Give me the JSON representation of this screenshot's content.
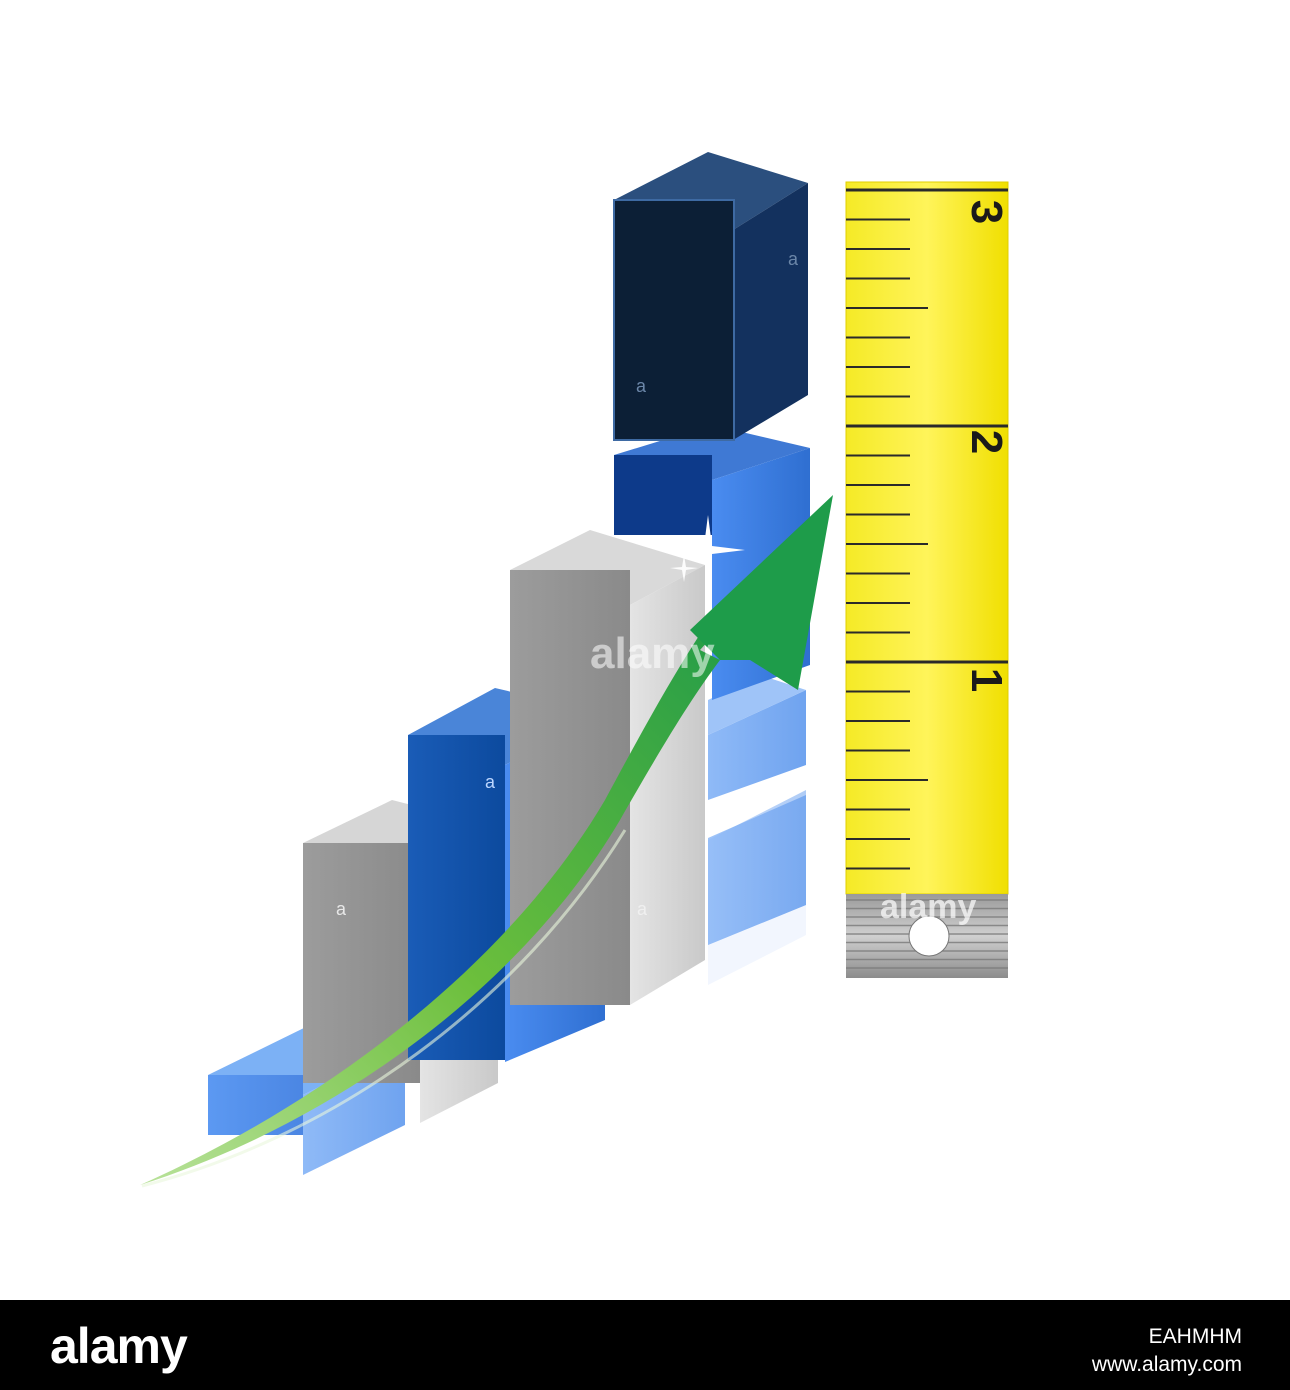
{
  "illustration": {
    "watermark_text": "alamy",
    "bar_letter": "a",
    "ruler_labels": [
      "3",
      "2",
      "1"
    ],
    "ruler_hook_text": "alamy",
    "colors": {
      "ruler_yellow": "#f3e600",
      "arrow_green": "#2aa84a",
      "bar_blue": "#2f6fd1",
      "bar_gray": "#a6a6a6",
      "bar_navy": "#0f2340"
    }
  },
  "footer": {
    "logo": "alamy",
    "image_id": "EAHMHM",
    "site": "www.alamy.com"
  }
}
